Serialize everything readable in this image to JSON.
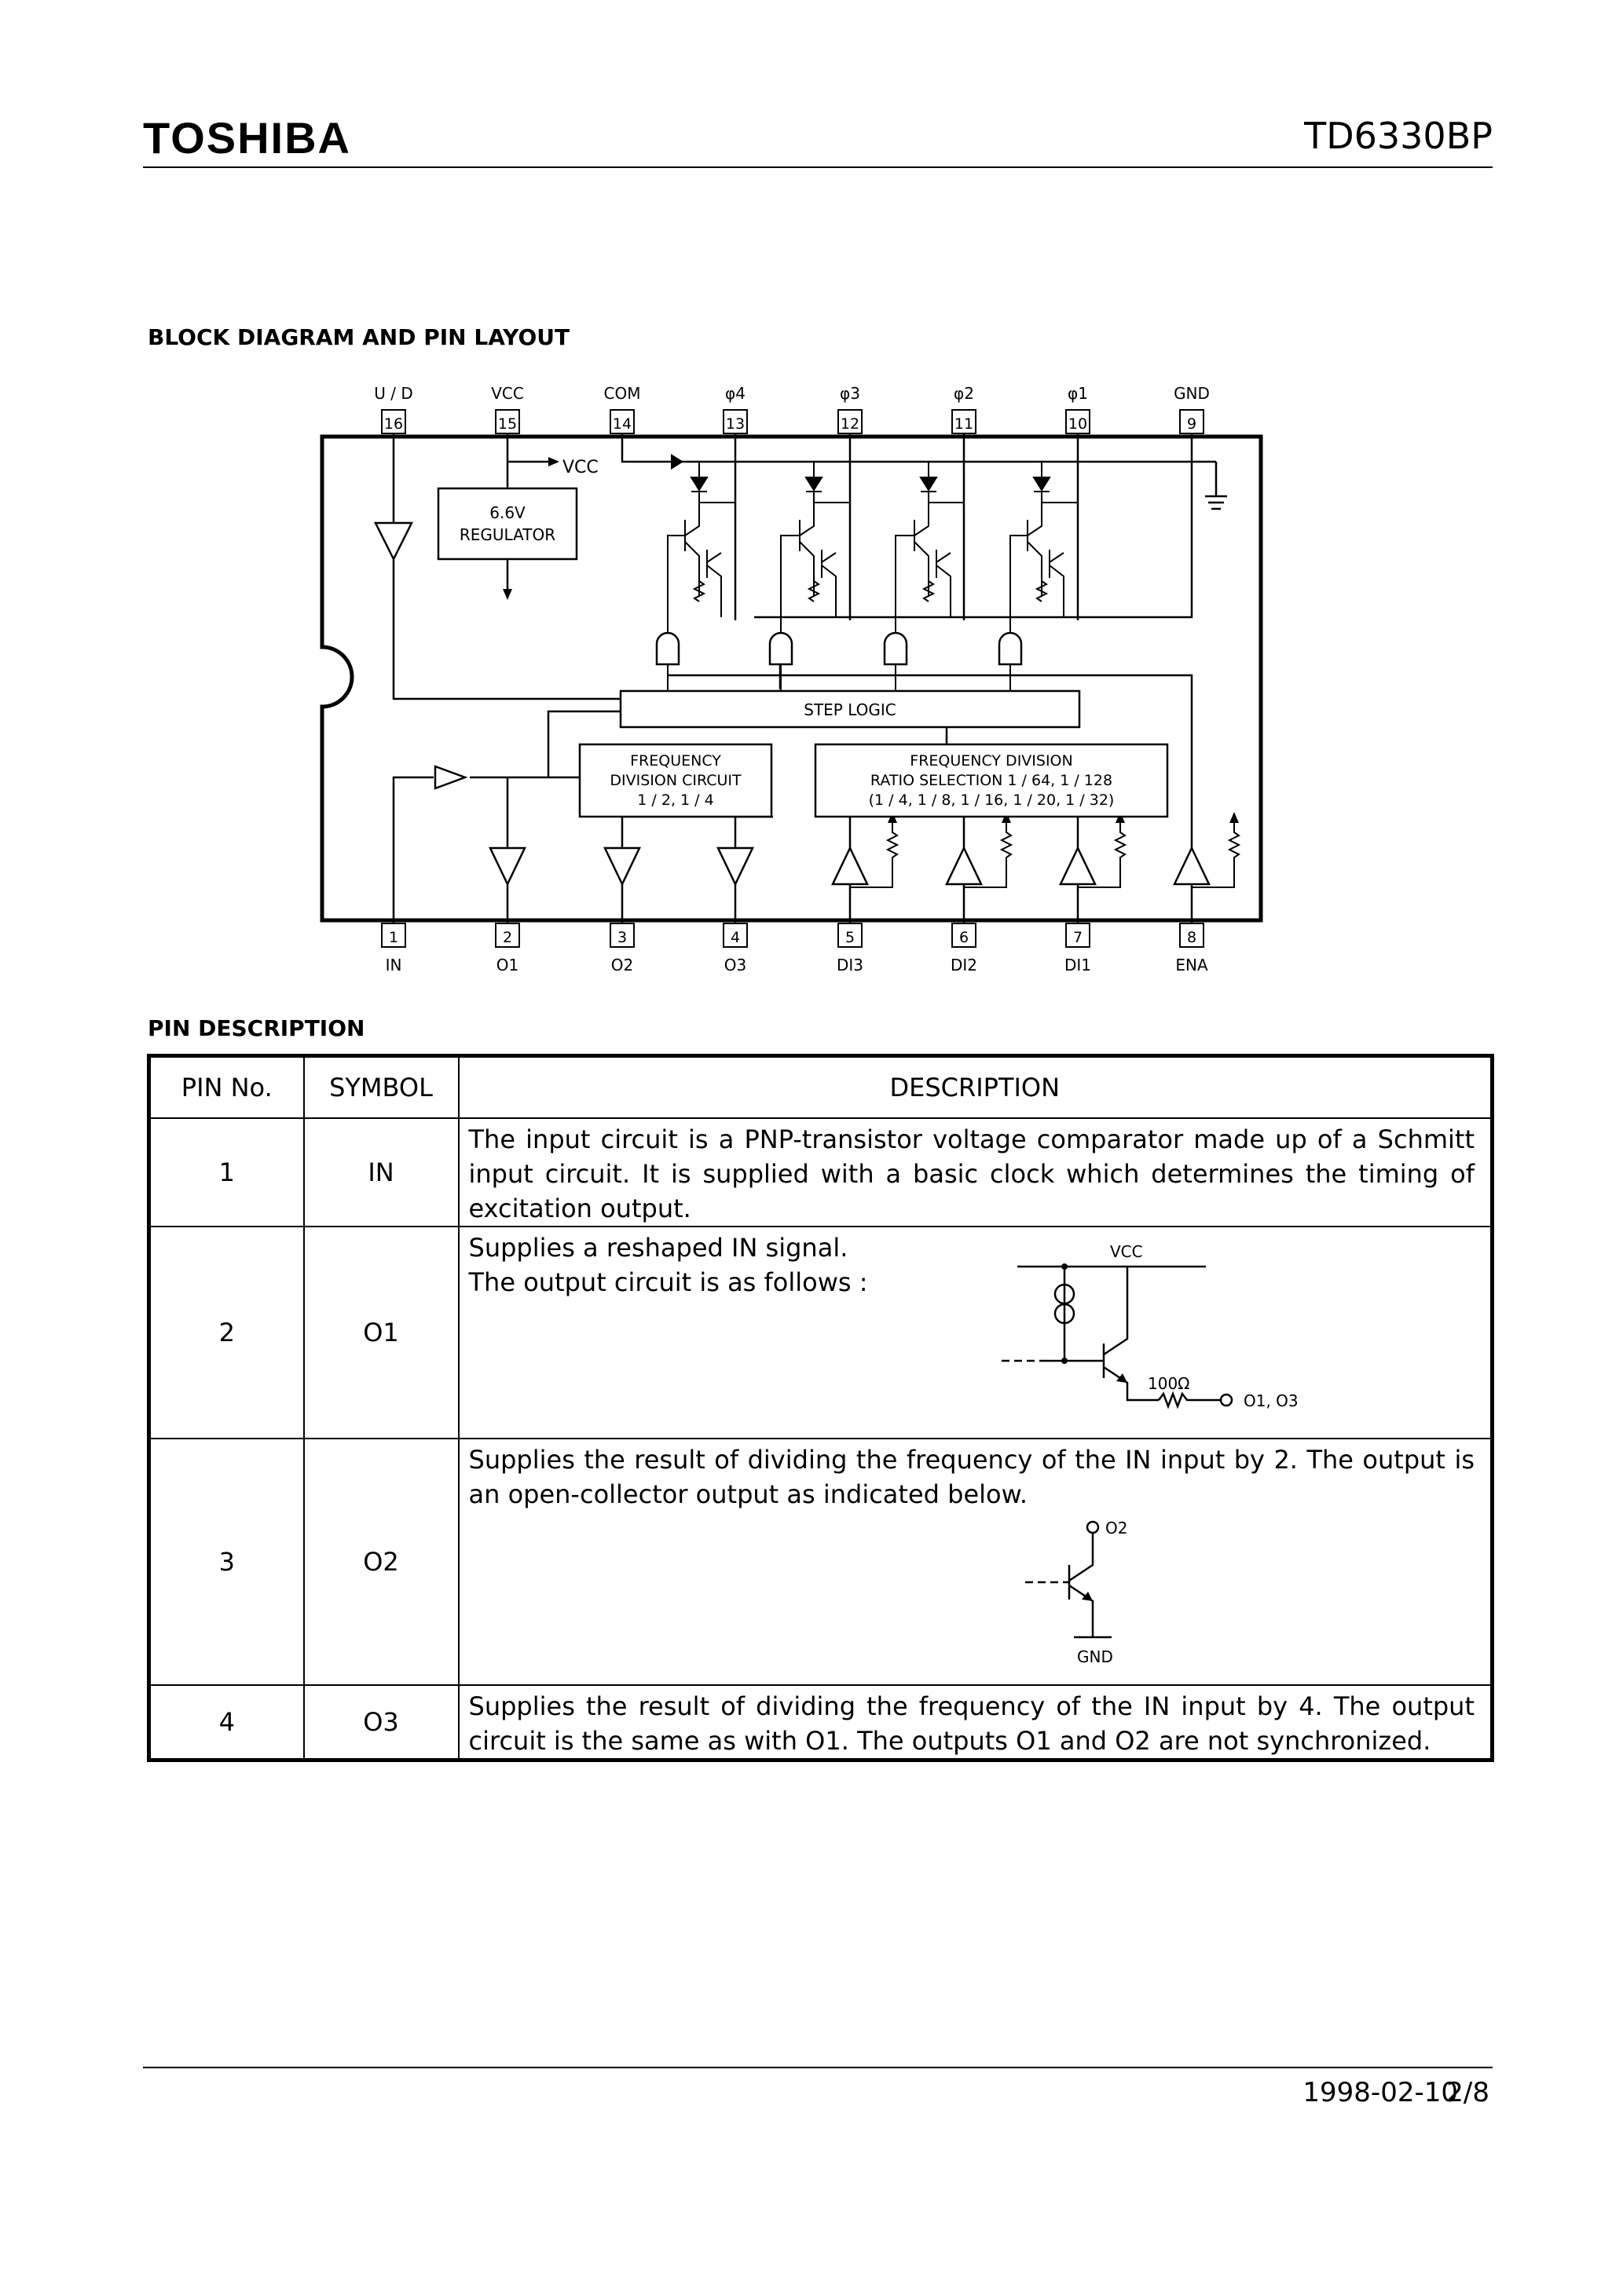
{
  "header": {
    "brand": "TOSHIBA",
    "part_number": "TD6330BP"
  },
  "block_diagram": {
    "title": "BLOCK DIAGRAM AND PIN LAYOUT",
    "top_pins": [
      {
        "num": "16",
        "label": "U / D"
      },
      {
        "num": "15",
        "label": "VCC"
      },
      {
        "num": "14",
        "label": "COM"
      },
      {
        "num": "13",
        "label": "φ4"
      },
      {
        "num": "12",
        "label": "φ3"
      },
      {
        "num": "11",
        "label": "φ2"
      },
      {
        "num": "10",
        "label": "φ1"
      },
      {
        "num": "9",
        "label": "GND"
      }
    ],
    "bottom_pins": [
      {
        "num": "1",
        "label": "IN"
      },
      {
        "num": "2",
        "label": "O1"
      },
      {
        "num": "3",
        "label": "O2"
      },
      {
        "num": "4",
        "label": "O3"
      },
      {
        "num": "5",
        "label": "DI3"
      },
      {
        "num": "6",
        "label": "DI2"
      },
      {
        "num": "7",
        "label": "DI1"
      },
      {
        "num": "8",
        "label": "ENA"
      }
    ],
    "vcc_label": "VCC",
    "regulator": [
      "6.6V",
      "REGULATOR"
    ],
    "step_logic": "STEP LOGIC",
    "freq_div_circuit": [
      "FREQUENCY",
      "DIVISION CIRCUIT",
      "1 / 2, 1 / 4"
    ],
    "freq_div_ratio": [
      "FREQUENCY DIVISION",
      "RATIO SELECTION 1 / 64, 1 / 128",
      "(1 / 4, 1 / 8, 1 / 16, 1 / 20, 1 / 32)"
    ]
  },
  "pin_description": {
    "title": "PIN DESCRIPTION",
    "headers": [
      "PIN No.",
      "SYMBOL",
      "DESCRIPTION"
    ],
    "rows": [
      {
        "pin": "1",
        "symbol": "IN",
        "text": "The input circuit is a PNP-transistor voltage comparator made up of a Schmitt input circuit. It is supplied with a basic clock which determines the timing of excitation output."
      },
      {
        "pin": "2",
        "symbol": "O1",
        "line1": "Supplies a reshaped IN signal.",
        "line2": "The output circuit is as follows :",
        "circuit": {
          "vcc": "VCC",
          "resistor": "100Ω",
          "out": "O1, O3"
        }
      },
      {
        "pin": "3",
        "symbol": "O2",
        "text": "Supplies the result of dividing the frequency of the IN input by 2. The output is an open-collector output as indicated below.",
        "circuit": {
          "out": "O2",
          "gnd": "GND"
        }
      },
      {
        "pin": "4",
        "symbol": "O3",
        "text": "Supplies the result of dividing the frequency of the IN input by 4. The output circuit is the same as with O1. The outputs O1 and O2 are not synchronized."
      }
    ]
  },
  "footer": {
    "date": "1998-02-10",
    "page": "2/8"
  }
}
